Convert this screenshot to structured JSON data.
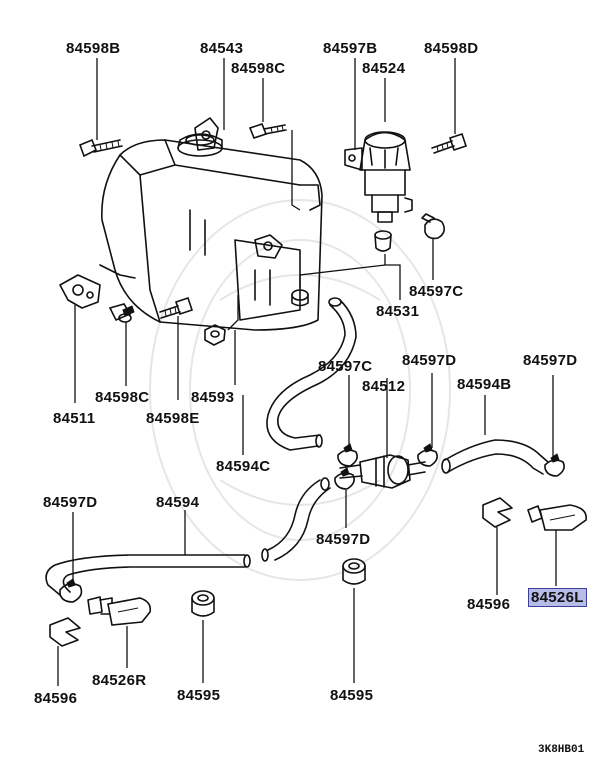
{
  "parts": {
    "p84598B_a": "84598B",
    "p84543": "84543",
    "p84598C_a": "84598C",
    "p84597B": "84597B",
    "p84524": "84524",
    "p84598D": "84598D",
    "p84597C_a": "84597C",
    "p84531": "84531",
    "p84598C_b": "84598C",
    "p84593": "84593",
    "p84511": "84511",
    "p84598E": "84598E",
    "p84597C_b": "84597C",
    "p84512": "84512",
    "p84597D_a": "84597D",
    "p84594B": "84594B",
    "p84597D_b": "84597D",
    "p84594C": "84594C",
    "p84597D_c": "84597D",
    "p84594": "84594",
    "p84597D_d": "84597D",
    "p84596_a": "84596",
    "p84526L": "84526L",
    "p84596_b": "84596",
    "p84526R": "84526R",
    "p84595_a": "84595",
    "p84595_b": "84595"
  },
  "highlight_color": "#b8bce8",
  "diagram_code": "3K8HB01"
}
